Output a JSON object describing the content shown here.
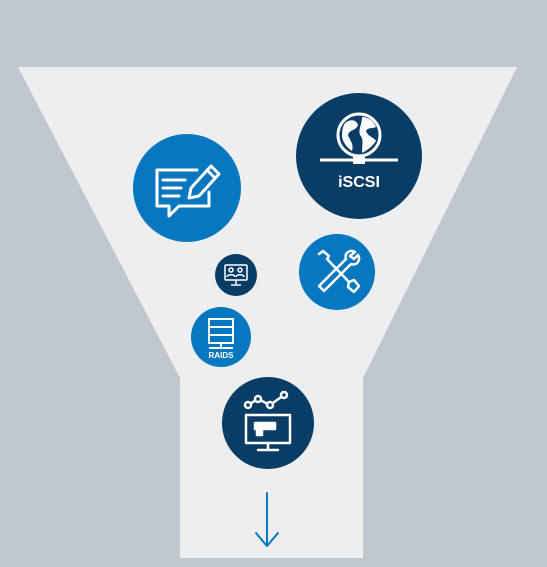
{
  "diagram": {
    "colors": {
      "background": "#c1c7cf",
      "funnel": "#eceef0",
      "dark_blue": "#0a3d66",
      "mid_blue": "#0777c0",
      "arrow": "#0777c0",
      "icon_line": "#ffffff"
    },
    "nodes": [
      {
        "id": "chat-edit",
        "icon": "chat-edit-icon",
        "color": "mid_blue",
        "label": ""
      },
      {
        "id": "iscsi",
        "icon": "globe-network-icon",
        "color": "dark_blue",
        "label": "iSCSI"
      },
      {
        "id": "monitor-users",
        "icon": "monitor-users-icon",
        "color": "dark_blue",
        "label": ""
      },
      {
        "id": "tools",
        "icon": "wrench-screwdriver-icon",
        "color": "mid_blue",
        "label": ""
      },
      {
        "id": "raids",
        "icon": "server-stack-icon",
        "color": "mid_blue",
        "label": "RAIDS"
      },
      {
        "id": "analytics-camera",
        "icon": "monitor-camera-analytics-icon",
        "color": "dark_blue",
        "label": ""
      }
    ],
    "output": {
      "icon": "arrow-down-icon"
    }
  }
}
